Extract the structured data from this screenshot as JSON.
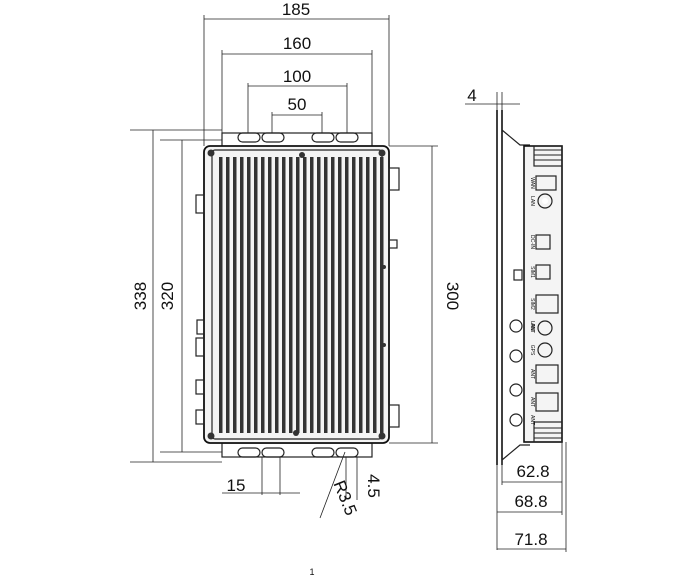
{
  "front_view": {
    "dims": {
      "width_overall": "185",
      "width_mount": "160",
      "width_hole_outer": "100",
      "width_hole_inner": "50",
      "height_overall": "338",
      "height_mount": "320",
      "height_body": "300",
      "slot_width": "15",
      "edge_offset": "4.5",
      "radius": "R3.5"
    }
  },
  "side_view": {
    "dims": {
      "flange": "4",
      "depth_body": "62.8",
      "depth_mid": "68.8",
      "depth_overall": "71.8"
    },
    "connector_labels": [
      "WAN",
      "LAN",
      "DC-IN",
      "SIM1",
      "SIM2",
      "LAN",
      "ANT",
      "GPS",
      "ANT",
      "ANT",
      "ANT"
    ]
  },
  "footer": {
    "page_marker": "1"
  },
  "colors": {
    "line": "#222222",
    "fin": "#333333",
    "body_fill": "#f4f4f4"
  }
}
